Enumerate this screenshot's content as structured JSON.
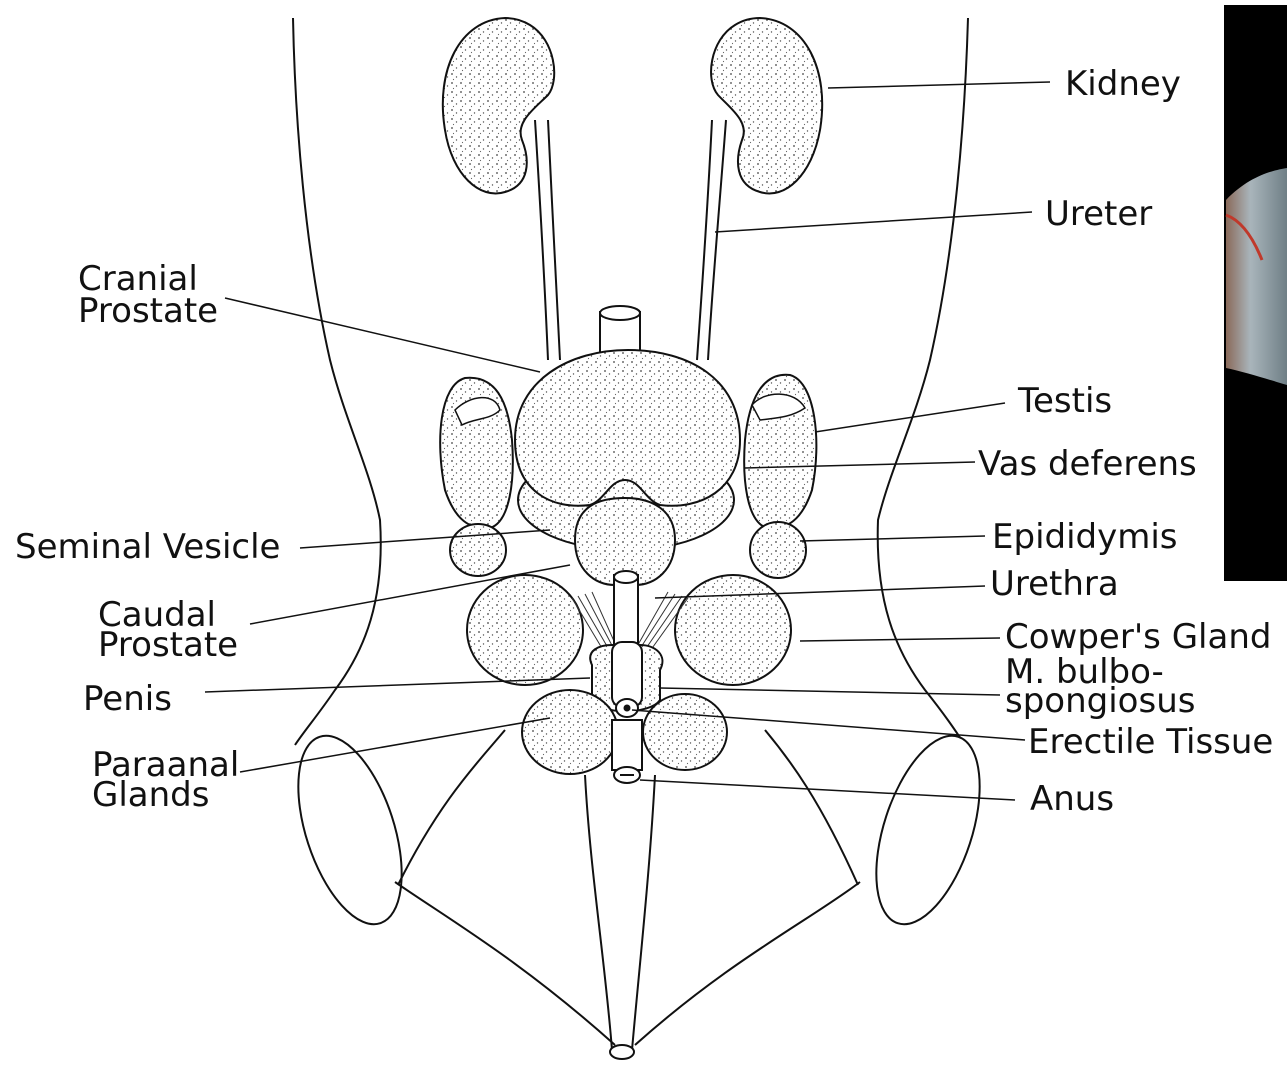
{
  "labels": {
    "kidney": "Kidney",
    "ureter": "Ureter",
    "cranial_prostate_1": "Cranial",
    "cranial_prostate_2": "Prostate",
    "testis": "Testis",
    "vas_deferens": "Vas deferens",
    "epididymis": "Epididymis",
    "seminal_vesicle": "Seminal Vesicle",
    "urethra": "Urethra",
    "caudal_prostate_1": "Caudal",
    "caudal_prostate_2": "Prostate",
    "cowpers_gland": "Cowper's Gland",
    "bulbospongiosus_1": "M. bulbo-",
    "bulbospongiosus_2": "spongiosus",
    "penis": "Penis",
    "erectile_tissue": "Erectile Tissue",
    "paraanal_glands_1": "Paraanal",
    "paraanal_glands_2": "Glands",
    "anus": "Anus"
  },
  "colors": {
    "line": "#111111",
    "stipple": "#555555",
    "photo_bg": "#000000"
  }
}
